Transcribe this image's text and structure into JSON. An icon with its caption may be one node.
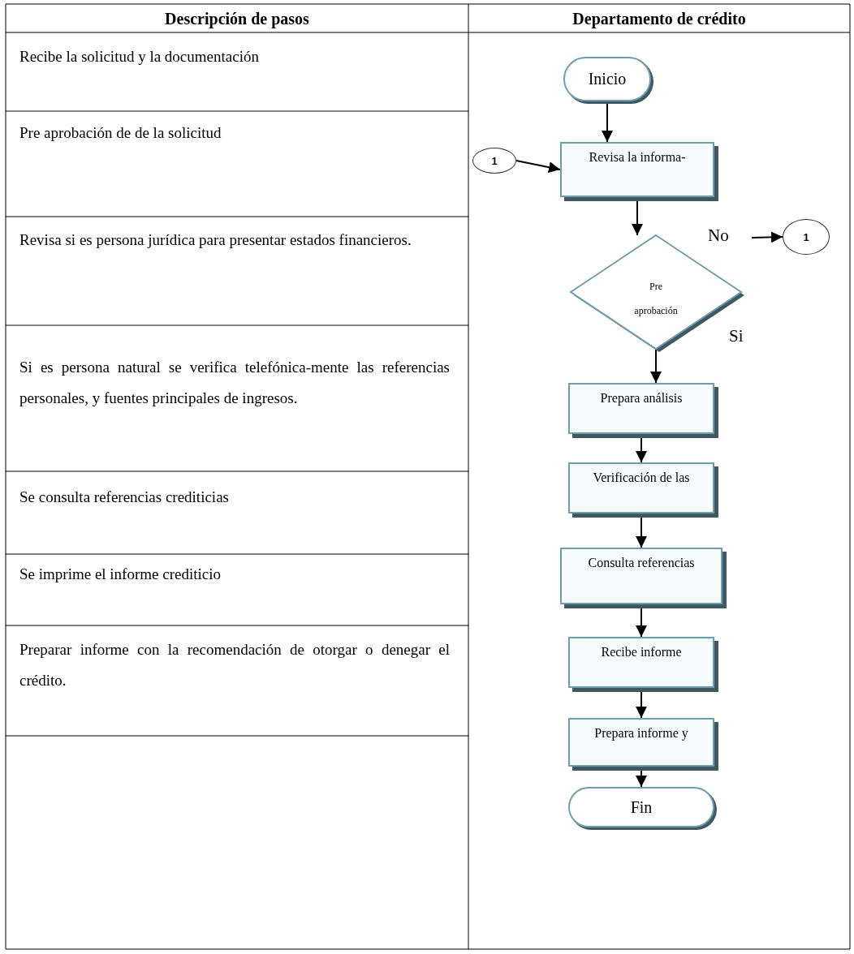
{
  "diagram": {
    "nodes": [
      {
        "text": [
          "Inicio"
        ]
      },
      {
        "text": [
          "1"
        ]
      },
      {
        "text": [
          "Revisa la informa-"
        ]
      },
      {
        "text": [
          "Pre aprobación"
        ]
      },
      {
        "text": [
          "No"
        ]
      },
      {
        "text": [
          "1"
        ]
      },
      {
        "text": [
          "Prepara análisis"
        ]
      },
      {
        "text": [
          "Verificación de las"
        ]
      },
      {
        "text": [
          "Consulta referencias"
        ]
      },
      {
        "text": [
          "Recibe informe"
        ]
      },
      {
        "text": [
          "Prepara informe y"
        ]
      },
      {
        "text": [
          "Fin"
        ]
      }
    ],
    "edges": [
      {
        "from": 0,
        "to": 2,
        "arrow": "to"
      },
      {
        "from": 1,
        "to": 2,
        "arrow": "to"
      },
      {
        "from": 2,
        "to": 3,
        "arrow": "to"
      },
      {
        "from": 4,
        "to": 5,
        "arrow": "to"
      },
      {
        "from": 3,
        "to": 6,
        "arrow": "to",
        "label": "Si"
      },
      {
        "from": 6,
        "to": 7,
        "arrow": "to"
      },
      {
        "from": 7,
        "to": 8,
        "arrow": "to"
      },
      {
        "from": 8,
        "to": 9,
        "arrow": "to"
      },
      {
        "from": 9,
        "to": 10,
        "arrow": "to"
      },
      {
        "from": 10,
        "to": 11,
        "arrow": "to"
      }
    ],
    "labels": [
      "Descripción de pasos",
      "Departamento de crédito",
      "Recibe la solicitud y la documentación",
      "Pre aprobación de de la solicitud",
      "Revisa si es persona jurídica para presentar estados financieros.",
      "Si es persona natural se verifica telefónica-mente las referencias personales, y fuentes principales de ingresos.",
      "Se consulta referencias crediticias",
      "Se imprime el informe crediticio",
      "Preparar informe con la recomendación de otorgar o denegar el crédito."
    ]
  }
}
